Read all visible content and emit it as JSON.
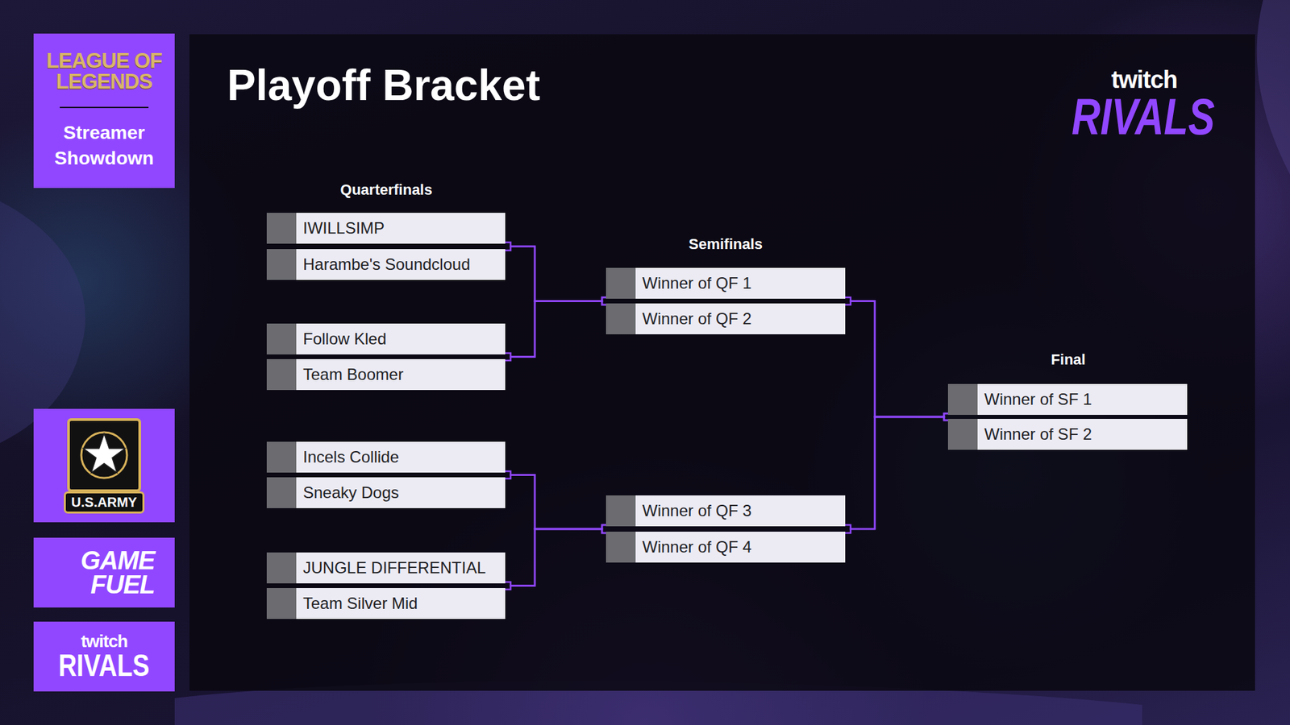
{
  "diagram": {
    "title": "Playoff Bracket",
    "nodes": [
      {
        "text": [
          "LEAGUE OF LEGENDS",
          "Streamer Showdown"
        ]
      },
      {
        "text": [
          "IWILLSIMP"
        ]
      },
      {
        "text": [
          "Harambe's Soundcloud"
        ]
      },
      {
        "text": [
          "Follow Kled"
        ]
      },
      {
        "text": [
          "Team Boomer"
        ]
      },
      {
        "text": [
          "Incels Collide"
        ]
      },
      {
        "text": [
          "Sneaky Dogs"
        ]
      },
      {
        "text": [
          "JUNGLE DIFFERENTIAL"
        ]
      },
      {
        "text": [
          "Team Silver Mid"
        ]
      },
      {
        "text": [
          "Winner of QF 1"
        ]
      },
      {
        "text": [
          "Winner of QF 2"
        ]
      },
      {
        "text": [
          "Winner of QF 3"
        ]
      },
      {
        "text": [
          "Winner of QF 4"
        ]
      },
      {
        "text": [
          "Winner of SF 1"
        ]
      },
      {
        "text": [
          "Winner of SF 2"
        ]
      },
      {
        "text": [
          "U.S.ARMY"
        ]
      },
      {
        "text": [
          "GAME FUEL"
        ]
      },
      {
        "text": [
          "twitch",
          "RIVALS"
        ]
      }
    ],
    "edges": [
      {
        "from": 1,
        "to": 9,
        "arrow": "none"
      },
      {
        "from": 2,
        "to": 9,
        "arrow": "none"
      },
      {
        "from": 3,
        "to": 10,
        "arrow": "none"
      },
      {
        "from": 4,
        "to": 10,
        "arrow": "none"
      },
      {
        "from": 5,
        "to": 11,
        "arrow": "none"
      },
      {
        "from": 6,
        "to": 11,
        "arrow": "none"
      },
      {
        "from": 7,
        "to": 12,
        "arrow": "none"
      },
      {
        "from": 8,
        "to": 12,
        "arrow": "none"
      },
      {
        "from": 9,
        "to": 13,
        "arrow": "none"
      },
      {
        "from": 10,
        "to": 13,
        "arrow": "none"
      },
      {
        "from": 11,
        "to": 14,
        "arrow": "none"
      },
      {
        "from": 12,
        "to": 14,
        "arrow": "none"
      }
    ],
    "labels": [
      "Quarterfinals",
      "Semifinals",
      "Final",
      "twitch",
      "RIVALS"
    ]
  }
}
